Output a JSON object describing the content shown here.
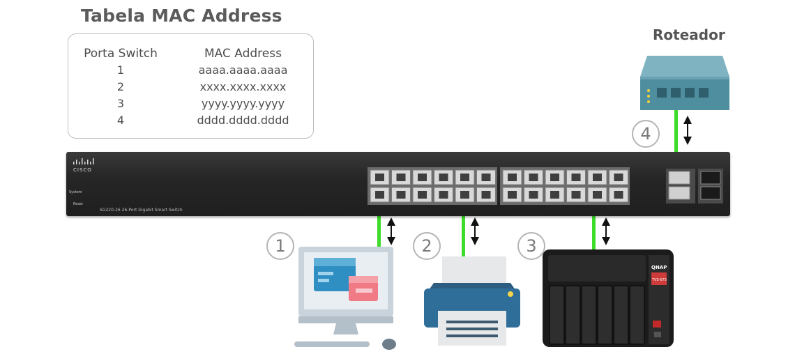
{
  "mac_table": {
    "title": "Tabela MAC Address",
    "headers": [
      "Porta Switch",
      "MAC Address"
    ],
    "rows": [
      [
        "1",
        "aaaa.aaaa.aaaa"
      ],
      [
        "2",
        "xxxx.xxxx.xxxx"
      ],
      [
        "3",
        "yyyy.yyyy.yyyy"
      ],
      [
        "4",
        "dddd.dddd.dddd"
      ]
    ]
  },
  "router": {
    "label": "Roteador"
  },
  "switch": {
    "brand": "CISCO",
    "model": "SG220-26  26-Port Gigabit Smart Switch",
    "system_label": "System",
    "reset_label": "Reset"
  },
  "connections": [
    {
      "number": "1",
      "device": "computer"
    },
    {
      "number": "2",
      "device": "printer"
    },
    {
      "number": "3",
      "device": "nas"
    },
    {
      "number": "4",
      "device": "router"
    }
  ],
  "nas": {
    "brand": "QNAP",
    "model": "TVS-675"
  },
  "colors": {
    "link_green": "#3ddc2a",
    "router_body": "#4f8e9f",
    "title_gray": "#5b5b5b"
  }
}
